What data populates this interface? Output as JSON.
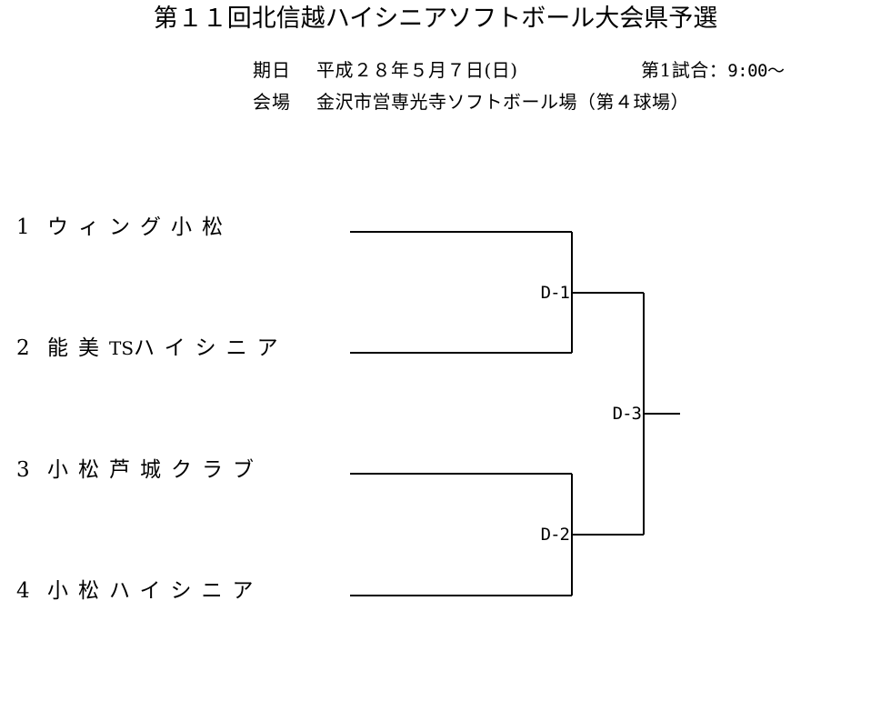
{
  "document": {
    "title": "第１１回北信越ハイシニアソフトボール大会県予選"
  },
  "meta": {
    "date_label": "期日",
    "date_value": "平成２８年５月７日(日)",
    "venue_label": "会場",
    "venue_value": "金沢市営専光寺ソフトボール場（第４球場）",
    "first_game_label": "第1試合：",
    "first_game_time": "9:00〜"
  },
  "bracket": {
    "type": "single-elimination",
    "team_count": 4,
    "teams": [
      {
        "seed": "1",
        "name": "ウィング小松",
        "name_pre": "ウィング小松",
        "name_latin": "",
        "name_post": ""
      },
      {
        "seed": "2",
        "name": "能美TSハイシニア",
        "name_pre": "能美",
        "name_latin": "TS",
        "name_post": "ハイシニア"
      },
      {
        "seed": "3",
        "name": "小松芦城クラブ",
        "name_pre": "小松芦城クラブ",
        "name_latin": "",
        "name_post": ""
      },
      {
        "seed": "4",
        "name": "小松ハイシニア",
        "name_pre": "小松ハイシニア",
        "name_latin": "",
        "name_post": ""
      }
    ],
    "matches": [
      {
        "id": "D-1",
        "round": 1,
        "teams": [
          "1",
          "2"
        ]
      },
      {
        "id": "D-2",
        "round": 1,
        "teams": [
          "3",
          "4"
        ]
      },
      {
        "id": "D-3",
        "round": 2,
        "teams": [
          "D-1",
          "D-2"
        ]
      }
    ]
  },
  "colors": {
    "background": "#ffffff",
    "text": "#000000",
    "line": "#000000"
  }
}
